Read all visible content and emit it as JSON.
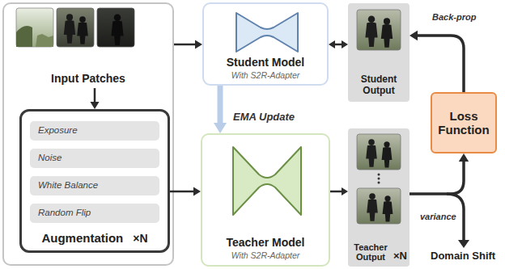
{
  "diagram": {
    "nodes": [
      {
        "text": [
          "Input Patches"
        ]
      },
      {
        "text": [
          "Augmentation",
          "×N"
        ],
        "in": 0
      },
      {
        "text": [
          "Exposure"
        ],
        "in": 1
      },
      {
        "text": [
          "Noise"
        ],
        "in": 1
      },
      {
        "text": [
          "White Balance"
        ],
        "in": 1
      },
      {
        "text": [
          "Random Flip"
        ],
        "in": 1
      },
      {
        "text": [
          "Student Model",
          "With S2R-Adapter"
        ]
      },
      {
        "text": [
          "Student Output"
        ]
      },
      {
        "text": [
          "Loss Function"
        ]
      },
      {
        "text": [
          "Teacher Model",
          "With S2R-Adapter"
        ]
      },
      {
        "text": [
          "Teacher Output",
          "×N"
        ]
      }
    ],
    "edges": [
      {
        "from": 0,
        "to": 6,
        "arrow": "to"
      },
      {
        "from": 0,
        "to": 1,
        "arrow": "to"
      },
      {
        "from": 1,
        "to": 9,
        "arrow": "to"
      },
      {
        "from": 6,
        "to": 7,
        "arrow": "both"
      },
      {
        "from": 6,
        "to": 9,
        "label": "EMA Update",
        "arrow": "to"
      },
      {
        "from": 9,
        "to": 10,
        "arrow": "to"
      },
      {
        "from": 10,
        "to": 8,
        "arrow": "to"
      },
      {
        "from": 8,
        "to": 7,
        "label": "Back-prop",
        "arrow": "to"
      }
    ],
    "labels": [
      "variance",
      "Domain Shift"
    ]
  }
}
